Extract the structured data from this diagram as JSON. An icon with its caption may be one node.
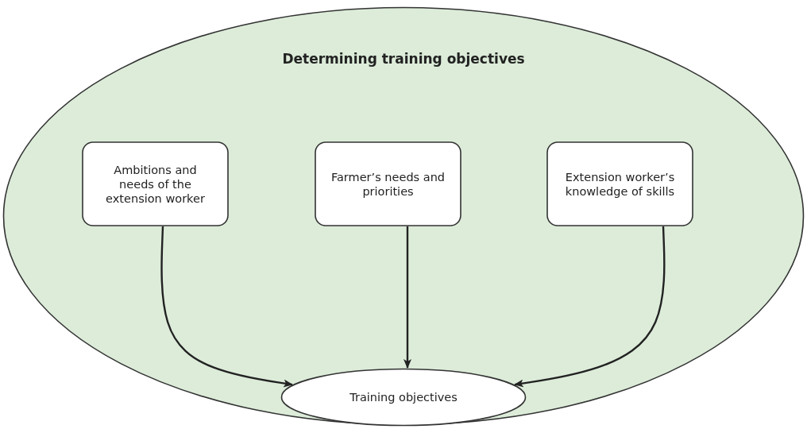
{
  "diagram": {
    "nodes": [
      {
        "text": [
          "Determining training objectives"
        ]
      },
      {
        "text": [
          "Ambitions and needs of the extension worker"
        ],
        "in": 0
      },
      {
        "text": [
          "Farmer’s needs and priorities"
        ],
        "in": 0
      },
      {
        "text": [
          "Extension worker’s knowledge of skills"
        ],
        "in": 0
      },
      {
        "text": [
          "Training objectives"
        ],
        "in": 0
      }
    ],
    "edges": [
      {
        "from": 1,
        "to": 4,
        "arrow": "to"
      },
      {
        "from": 2,
        "to": 4,
        "arrow": "to"
      },
      {
        "from": 3,
        "to": 4,
        "arrow": "to"
      }
    ]
  }
}
